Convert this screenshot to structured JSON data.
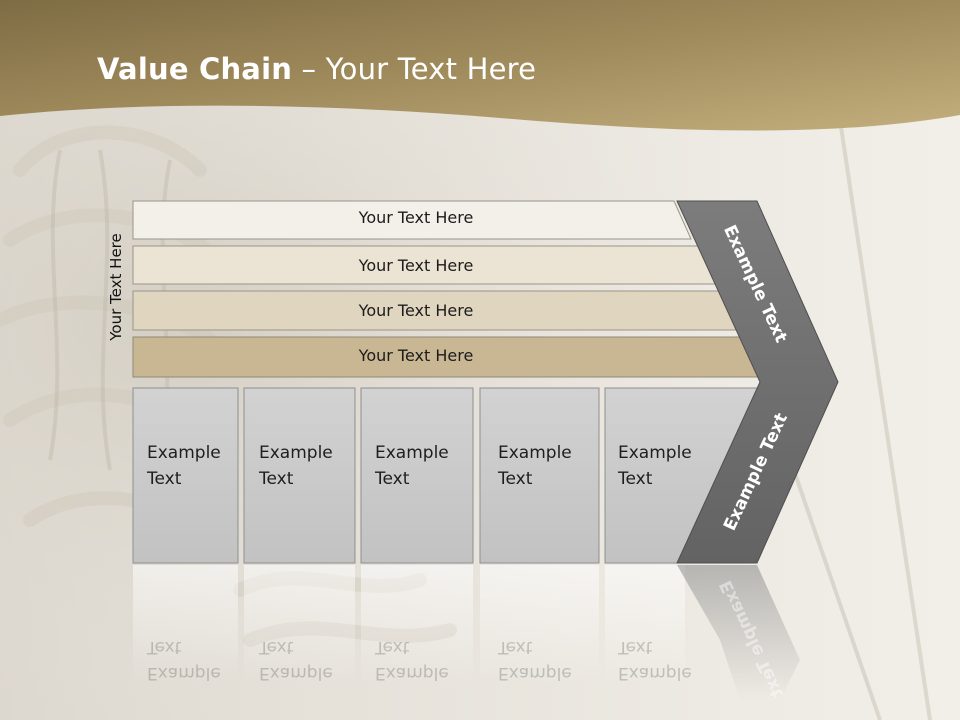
{
  "title": {
    "bold": "Value Chain",
    "rest": " – Your Text Here"
  },
  "side_label": "Your Text Here",
  "rows": [
    {
      "label": "Your Text Here",
      "fill": "#f3f0ea"
    },
    {
      "label": "Your Text Here",
      "fill": "#ebe3d3"
    },
    {
      "label": "Your Text Here",
      "fill": "#e0d5be"
    },
    {
      "label": "Your Text Here",
      "fill": "#c8b792"
    }
  ],
  "boxes": [
    {
      "line1": "Example",
      "line2": "Text"
    },
    {
      "line1": "Example",
      "line2": "Text"
    },
    {
      "line1": "Example",
      "line2": "Text"
    },
    {
      "line1": "Example",
      "line2": "Text"
    },
    {
      "line1": "Example",
      "line2": "Text"
    }
  ],
  "chevron_labels": {
    "upper": "Example Text",
    "lower": "Example Text"
  },
  "colors": {
    "header_band": "#a48e5e",
    "chevron": "#6f6f6f",
    "box": "#c9c9c9"
  }
}
